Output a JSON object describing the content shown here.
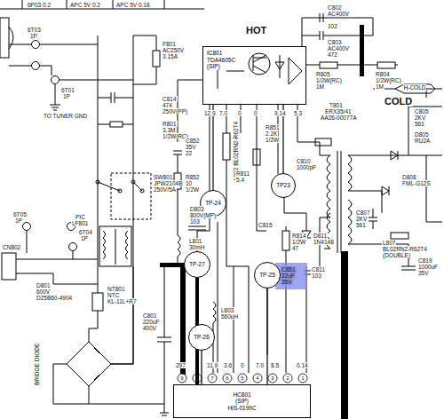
{
  "diagram": {
    "nodes": [
      {
        "text": [
          "IC801",
          "TDA4605C",
          "(SIP)"
        ]
      },
      {
        "text": [
          "TP23"
        ]
      },
      {
        "text": [
          "TP-24"
        ]
      },
      {
        "text": [
          "TP-27"
        ]
      },
      {
        "text": [
          "TP-25"
        ]
      },
      {
        "text": [
          "TP-26"
        ]
      },
      {
        "text": [
          "HC801",
          "(SIP)",
          "HIS-0199C"
        ]
      },
      {
        "text": [
          "H-COLD"
        ]
      }
    ],
    "edges": [
      {
        "from": 1,
        "to": 0,
        "arrow": "none"
      },
      {
        "from": 2,
        "to": 0,
        "arrow": "none"
      },
      {
        "from": 3,
        "to": 6,
        "arrow": "none"
      },
      {
        "from": 4,
        "to": 6,
        "arrow": "none"
      },
      {
        "from": 5,
        "to": 6,
        "arrow": "none"
      }
    ],
    "labels": [
      "6P03 0.2",
      "APC 5V 0.2",
      "APC 5V 0.18",
      "6T03",
      "1P",
      "6T01",
      "1P",
      "TO TUNER GND",
      "F801",
      "AC250V",
      "3.15A",
      "C814",
      "474",
      "250V(PP)",
      "R801",
      "3.3M",
      "1/2W(RC)",
      "SW801",
      "JPW2104B",
      "250V/5A",
      "6T05",
      "1P",
      "6T04",
      "1P",
      "CN802",
      "LF801",
      "PIC",
      "L801",
      "30mH",
      "D801",
      "600V",
      "D25B60-4904",
      "NT801",
      "NTC",
      "KL-11L+R7",
      "BRIDGE DIODE",
      "C801",
      "220uF",
      "400V",
      "L803",
      "560uH",
      "D803",
      "800V(MP)",
      "103",
      "R852",
      "10",
      "1/2W",
      "C852",
      "35V",
      "22",
      "L802 BL02RN2-R62T4",
      "R851",
      "2.2K",
      "1/2W",
      "C810",
      "1000pF",
      "R811",
      "5.4",
      "C815",
      "R814",
      "1/2W",
      "47",
      "D811",
      "1N4148",
      "C851",
      "22uF",
      "35V",
      "C811",
      "103",
      "T801",
      "ERX35/41",
      "AA26-00077A",
      "C802",
      "AC400V",
      "102",
      "C803",
      "AC400V",
      "472",
      "R805",
      "1/2W(RC)",
      "1M",
      "R804",
      "1/2W(RC)",
      "1M",
      "HOT",
      "COLD",
      "C805",
      "2KV",
      "561",
      "D805",
      "RU2A",
      "C807",
      "2KV",
      "561",
      "D808",
      "FML-G12S",
      "L807",
      "BL02RN2-R62T4",
      "(DOUBLE)",
      "C819",
      "1000uF",
      "35V",
      "12.9",
      "7.0",
      "0",
      "0",
      "9.14",
      "5.3",
      "297",
      "11.9",
      "3.6",
      "0",
      "7.0",
      "8.5",
      "0.14",
      "9",
      "8",
      "7",
      "6",
      "5",
      "4",
      "3",
      "2",
      "1"
    ]
  }
}
